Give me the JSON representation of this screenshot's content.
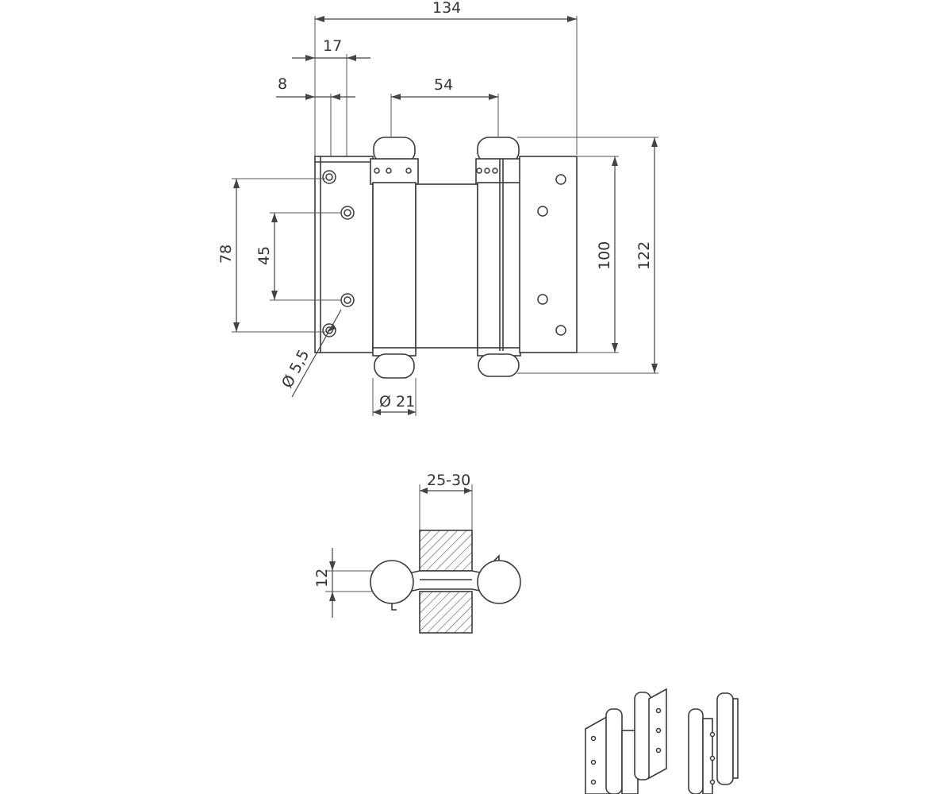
{
  "dimensions": {
    "overall_width": "134",
    "plate_offset_17": "17",
    "hole_offset_8": "8",
    "barrel_spacing": "54",
    "hole_spacing_outer": "78",
    "hole_spacing_inner": "45",
    "hole_diameter": "Ø 5,5",
    "barrel_diameter": "Ø 21",
    "leaf_height": "100",
    "total_height": "122",
    "door_thickness": "25-30",
    "gap": "12"
  },
  "colors": {
    "line": "#3a3a3a",
    "hatch": "#555555",
    "text": "#333333"
  }
}
